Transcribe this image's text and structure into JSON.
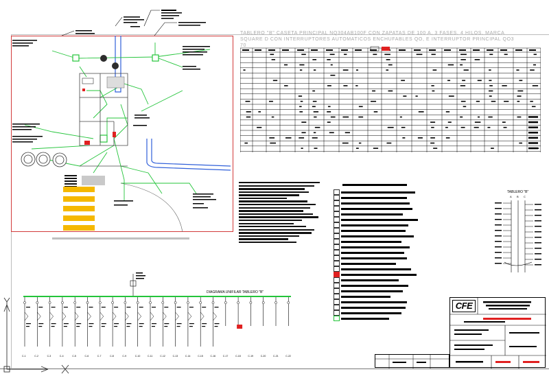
{
  "panel": {
    "title": "TABLERO \"B\" CASETA PRINCIPAL NQ304AB100F CON ZAPATAS DE 100 A, 3 FASES, 4 HILOS, MARCA SQUARE D CON INTERRUPTORES AUTOMATICOS ENCHUFABLES QO, E INTERRUPTOR PRINCIPAL QO3 70"
  },
  "tablero_diagram": {
    "title": "TABLERO \"B\"",
    "phases": [
      "A",
      "B",
      "C"
    ]
  },
  "unifilar": {
    "title": "DIAGRAMA UNIFILAR TABLERO \"B\"",
    "circuits": [
      "C-1",
      "C-2",
      "C-3",
      "C-4",
      "C-5",
      "C-6",
      "C-7",
      "C-8",
      "C-9",
      "C-10",
      "C-11",
      "C-12",
      "C-13",
      "C-14",
      "C-15",
      "C-16",
      "C-17",
      "C-18",
      "C-19",
      "C-20",
      "C-21",
      "C-22"
    ]
  },
  "title_block": {
    "logo": "CFE"
  },
  "colors": {
    "site_border": "#d23a3a",
    "circuit_green": "#23c43a",
    "water_blue": "#2f5fd9",
    "accent_red": "#e02020"
  }
}
